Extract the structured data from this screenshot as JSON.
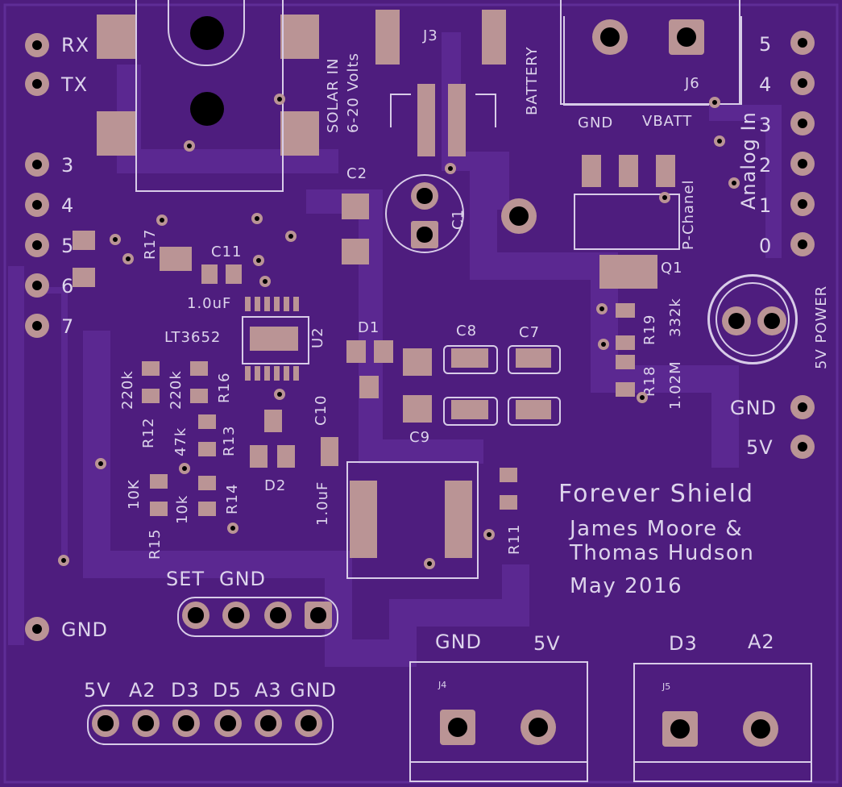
{
  "board": {
    "title": "Forever Shield",
    "authors_line1": "James Moore &",
    "authors_line2": "Thomas Hudson",
    "date": "May 2016"
  },
  "left_header": {
    "pins": [
      "RX",
      "TX"
    ]
  },
  "digital_header": {
    "pins": [
      "3",
      "4",
      "5",
      "6",
      "7"
    ]
  },
  "analog_header": {
    "title": "Analog In",
    "pins": [
      "5",
      "4",
      "3",
      "2",
      "1",
      "0"
    ]
  },
  "power_labels": {
    "gnd_left": "GND",
    "gnd_right": "GND",
    "five_v_right": "5V",
    "five_v_power": "5V POWER"
  },
  "solar": {
    "label1": "SOLAR IN",
    "label2": "6-20 Volts"
  },
  "connectors": {
    "j3": "J3",
    "battery": "BATTERY",
    "j6": "J6",
    "j6_gnd": "GND",
    "j6_vbatt": "VBATT",
    "j4": "J4",
    "j4_pin1": "GND",
    "j4_pin2": "5V",
    "j5": "J5",
    "j5_pin1": "D3",
    "j5_pin2": "A2"
  },
  "set_header": {
    "set": "SET",
    "gnd": "GND"
  },
  "bottom_header": {
    "pins": [
      "5V",
      "A2",
      "D3",
      "D5",
      "A3",
      "GND"
    ]
  },
  "components": {
    "c1": "C1",
    "c2": "C2",
    "c7": "C7",
    "c8": "C8",
    "c9": "C9",
    "c10": "C10",
    "c11": "C11",
    "c11_value": "1.0uF",
    "c10_value": "1.0uF",
    "d1": "D1",
    "d2": "D2",
    "u2": "U2",
    "u2_part": "LT3652",
    "q1": "Q1",
    "pchanel": "P-Chanel",
    "r11": "R11",
    "r12": "R12",
    "r12_value": "220k",
    "r13": "R13",
    "r13_value": "47k",
    "r14": "R14",
    "r14_value": "10k",
    "r15": "R15",
    "r15_value": "10K",
    "r16": "R16",
    "r16_value": "220k",
    "r17": "R17",
    "r18": "R18",
    "r18_value": "1.02M",
    "r19": "R19",
    "r19_value": "332k"
  }
}
